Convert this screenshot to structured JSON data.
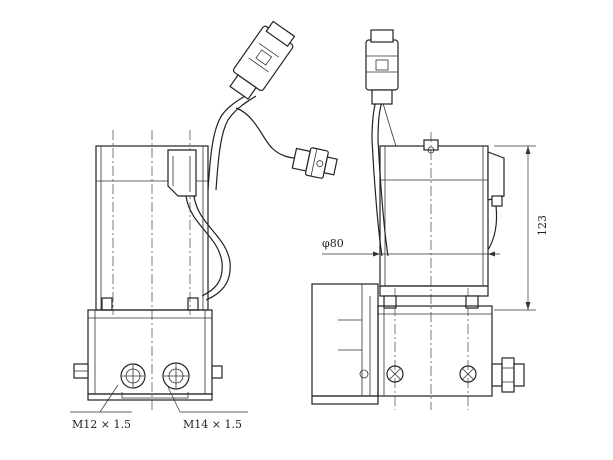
{
  "labels": {
    "diameter": "φ80",
    "height": "123",
    "thread_left": "M12 × 1.5",
    "thread_right": "M14 × 1.5"
  }
}
